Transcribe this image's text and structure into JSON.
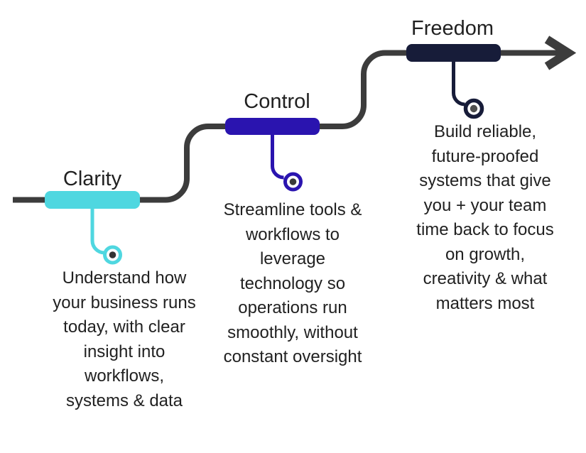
{
  "diagram": {
    "background_color": "#ffffff",
    "line_color": "#3c3c3c",
    "text_color": "#212121",
    "arrow_icon": "arrow-right",
    "stages": [
      {
        "label": "Clarity",
        "color": "#4fd7e0",
        "dot_color": "#333333",
        "description": "Understand how\nyour business runs\ntoday, with clear\ninsight into\nworkflows,\nsystems & data"
      },
      {
        "label": "Control",
        "color": "#2a14af",
        "dot_color": "#3a3a3a",
        "description": "Streamline tools &\nworkflows to\nleverage\ntechnology so\noperations run\nsmoothly, without\nconstant oversight"
      },
      {
        "label": "Freedom",
        "color": "#171c39",
        "dot_color": "#4f4f4f",
        "description": "Build reliable,\nfuture-proofed\nsystems that give\nyou + your team\ntime back to focus\non growth,\ncreativity & what\nmatters most"
      }
    ]
  }
}
